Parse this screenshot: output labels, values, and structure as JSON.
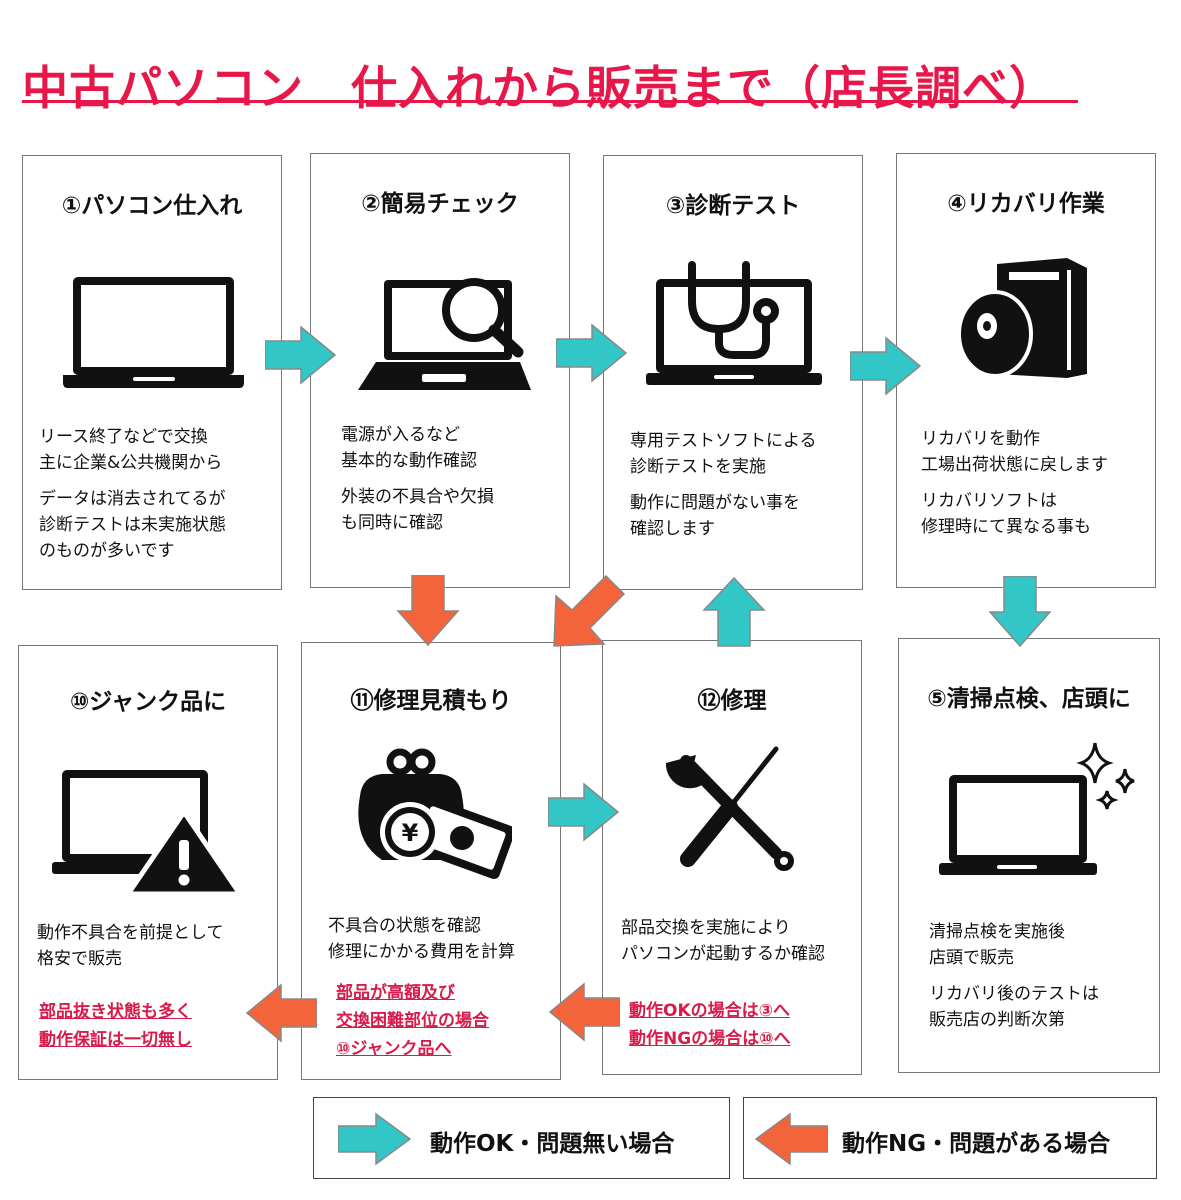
{
  "title": "中古パソコン　仕入れから販売まで（店長調べ）",
  "colors": {
    "ok": "#33c6c6",
    "ng": "#f4643a",
    "accent": "#e8174a"
  },
  "steps": [
    {
      "title": "①パソコン仕入れ",
      "icon": "laptop-icon",
      "lines": [
        "リース終了などで交換",
        "主に企業&公共機関から",
        "",
        "データは消去されてるが",
        "診断テストは未実施状態",
        "のものが多いです"
      ]
    },
    {
      "title": "②簡易チェック",
      "icon": "laptop-magnifier-icon",
      "lines": [
        "電源が入るなど",
        "基本的な動作確認",
        "",
        "外装の不具合や欠損",
        "も同時に確認"
      ]
    },
    {
      "title": "③診断テスト",
      "icon": "stethoscope-monitor-icon",
      "lines": [
        "専用テストソフトによる",
        "診断テストを実施",
        "",
        "動作に問題がない事を",
        "確認します"
      ]
    },
    {
      "title": "④リカバリ作業",
      "icon": "disc-tower-icon",
      "lines": [
        "リカバリを動作",
        "工場出荷状態に戻します",
        "",
        "リカバリソフトは",
        "修理時にて異なる事も"
      ]
    },
    {
      "title": "⑤清掃点検、店頭に",
      "icon": "sparkling-laptop-icon",
      "lines": [
        "清掃点検を実施後",
        "店頭で販売",
        "",
        "リカバリ後のテストは",
        "販売店の判断次第"
      ]
    },
    {
      "title": "⑩ジャンク品に",
      "icon": "laptop-warning-icon",
      "lines": [
        "動作不具合を前提として",
        "格安で販売"
      ],
      "note": [
        "部品抜き状態も多く",
        "動作保証は一切無し"
      ]
    },
    {
      "title": "⑪修理見積もり",
      "icon": "purse-yen-icon",
      "lines": [
        "不具合の状態を確認",
        "修理にかかる費用を計算"
      ],
      "note": [
        "部品が高額及び",
        "交換困難部位の場合",
        "⑩ジャンク品へ"
      ]
    },
    {
      "title": "⑫修理",
      "icon": "wrench-screwdriver-icon",
      "lines": [
        "部品交換を実施により",
        "パソコンが起動するか確認"
      ],
      "note": [
        "動作OKの場合は③へ",
        "動作NGの場合は⑩へ"
      ]
    }
  ],
  "legend": {
    "ok_label": "動作OK・問題無い場合",
    "ng_label": "動作NG・問題がある場合"
  }
}
